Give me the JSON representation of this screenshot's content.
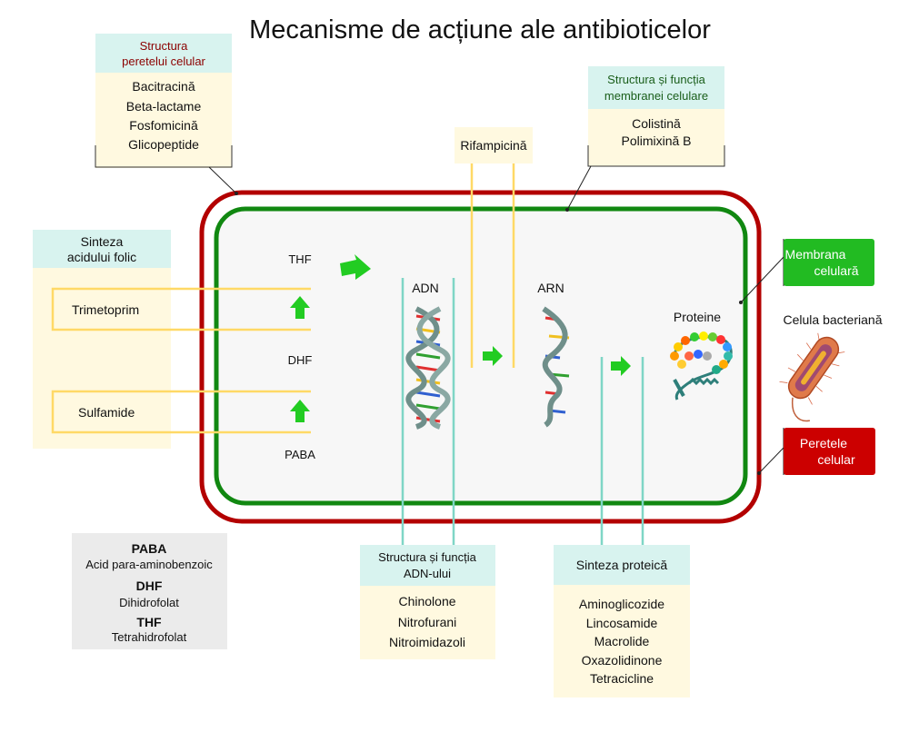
{
  "title": "Mecanisme de acțiune ale antibioticelor",
  "cell_wall_box": {
    "header_lines": [
      "Structura",
      "peretelui celular"
    ],
    "drugs": [
      "Bacitracină",
      "Beta-lactame",
      "Fosfomicină",
      "Glicopeptide"
    ]
  },
  "membrane_box": {
    "header_lines": [
      "Structura și funcția",
      "membranei celulare"
    ],
    "drugs": [
      "Colistină",
      "Polimixină B"
    ]
  },
  "rifampicin_label": "Rifampicină",
  "folic_box": {
    "header_lines": [
      "Sinteza",
      "acidului folic"
    ],
    "drugs": [
      "Trimetoprim",
      "Sulfamide"
    ]
  },
  "metabolites": {
    "thf": "THF",
    "dhf": "DHF",
    "paba": "PABA"
  },
  "dna_label": "ADN",
  "rna_label": "ARN",
  "protein_label": "Proteine",
  "bacterium_label": "Celula bacteriană",
  "membrane_legend": [
    "Membrana",
    "celulară"
  ],
  "wall_legend": [
    "Peretele",
    "celular"
  ],
  "dna_box": {
    "header_lines": [
      "Structura și funcția",
      "ADN-ului"
    ],
    "drugs": [
      "Chinolone",
      "Nitrofurani",
      "Nitroimidazoli"
    ]
  },
  "protein_box": {
    "header_lines": [
      "Sinteza proteică"
    ],
    "drugs": [
      "Aminoglicozide",
      "Lincosamide",
      "Macrolide",
      "Oxazolidinone",
      "Tetracicline"
    ]
  },
  "abbreviations": [
    {
      "abbr": "PABA",
      "full": "Acid para-aminobenzoic"
    },
    {
      "abbr": "DHF",
      "full": "Dihidrofolat"
    },
    {
      "abbr": "THF",
      "full": "Tetrahidrofolat"
    }
  ],
  "colors": {
    "wall": "#b30000",
    "membrane": "#118811",
    "header_bg": "#d8f3ef",
    "body_bg": "#fff9e0",
    "yellow_line": "#ffd966",
    "teal_line": "#7fd6c6",
    "arrow": "#22cc22"
  }
}
